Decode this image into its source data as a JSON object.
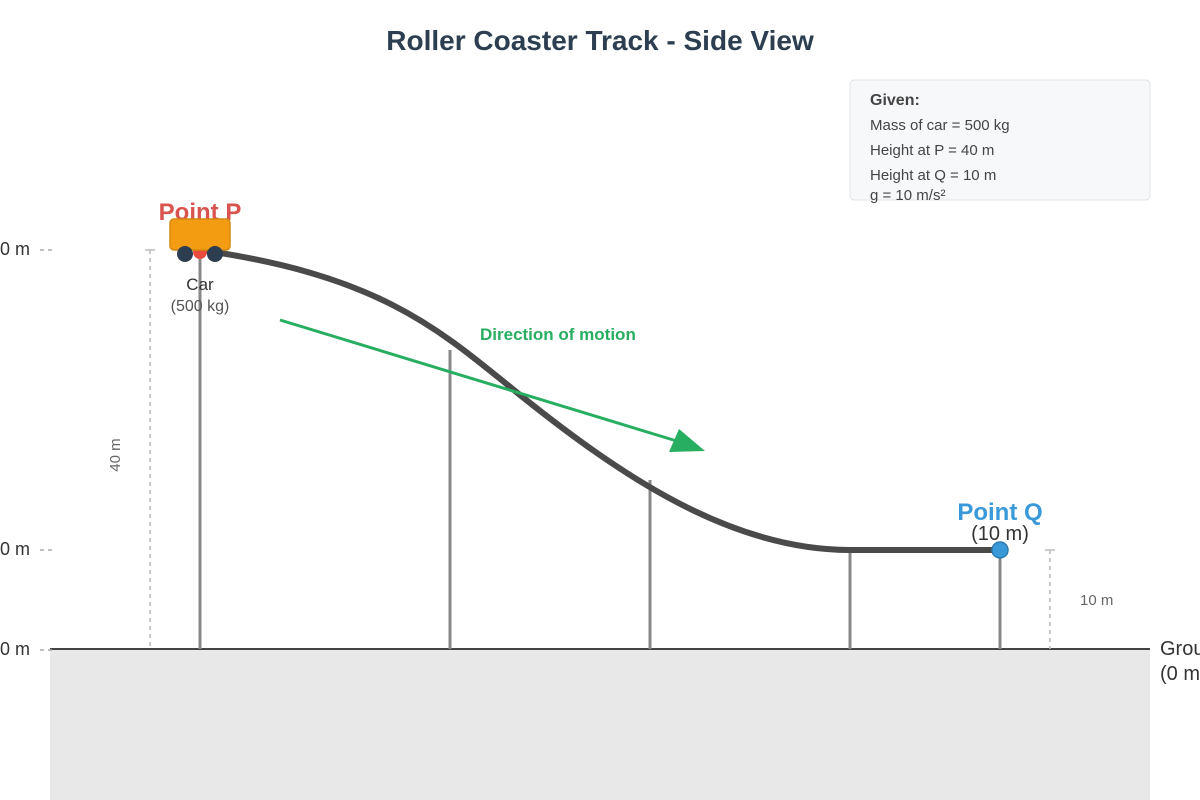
{
  "title": "Roller Coaster Track - Side View",
  "axis_labels": [
    "0 m",
    "0 m",
    "0 m"
  ],
  "given": {
    "heading": "Given:",
    "lines": [
      "Mass of car = 500 kg",
      "Height at P = 40 m",
      "Height at Q = 10 m",
      "g = 10 m/s²"
    ]
  },
  "point_p": {
    "label": "Point P"
  },
  "point_q": {
    "label": "Point Q",
    "sub": "(10 m)"
  },
  "car": {
    "label": "Car",
    "mass": "(500 kg)"
  },
  "motion_label": "Direction of motion",
  "dimensions": {
    "p_height": "40 m",
    "q_height": "10 m"
  },
  "ground": {
    "label": "Grou",
    "sub": "(0 m"
  },
  "colors": {
    "track": "#4a4a4a",
    "support": "#888888",
    "car_body": "#f39c12",
    "wheel": "#2c3e50",
    "arrow": "#27ae60",
    "point_q": "#3a9ad9",
    "ground_fill": "#e8e8e8"
  }
}
